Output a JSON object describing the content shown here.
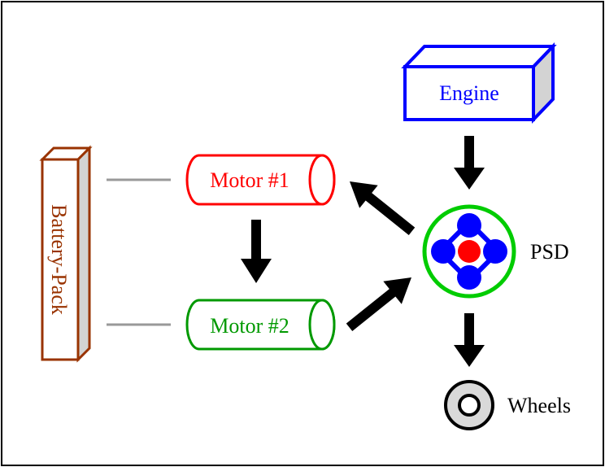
{
  "diagram": {
    "type": "hybrid-powertrain-block-diagram",
    "nodes": {
      "engine": {
        "label": "Engine",
        "color": "#0000ff"
      },
      "motor1": {
        "label": "Motor #1",
        "color": "#ff0000"
      },
      "motor2": {
        "label": "Motor #2",
        "color": "#009900"
      },
      "battery": {
        "label": "Battery-Pack",
        "color": "#993300"
      },
      "psd": {
        "label": "PSD",
        "ring_color": "#00cc00",
        "gear_color": "#0000ff",
        "center_color": "#ff0000"
      },
      "wheels": {
        "label": "Wheels",
        "fill_color": "#d9d9d9"
      }
    },
    "edges": [
      {
        "from": "engine",
        "to": "psd",
        "style": "arrow"
      },
      {
        "from": "psd",
        "to": "motor1",
        "style": "arrow"
      },
      {
        "from": "motor2",
        "to": "psd",
        "style": "arrow"
      },
      {
        "from": "motor1",
        "to": "motor2",
        "style": "arrow"
      },
      {
        "from": "psd",
        "to": "wheels",
        "style": "arrow"
      },
      {
        "from": "battery",
        "to": "motor1",
        "style": "line"
      },
      {
        "from": "battery",
        "to": "motor2",
        "style": "line"
      }
    ]
  }
}
